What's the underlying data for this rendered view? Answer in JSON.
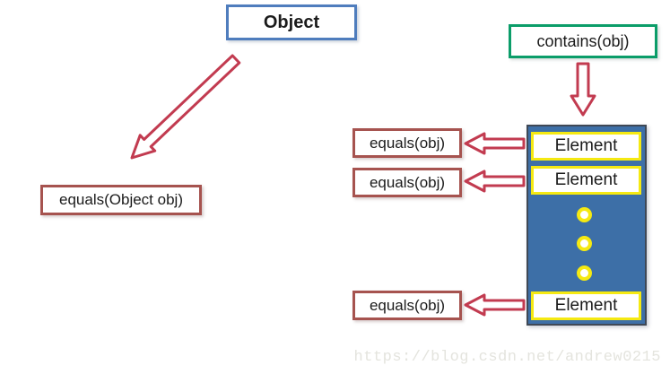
{
  "diagram": {
    "object_label": "Object",
    "contains_label": "contains(obj)",
    "equals_object_label": "equals(Object obj)",
    "equals_labels": [
      "equals(obj)",
      "equals(obj)",
      "equals(obj)"
    ],
    "element_labels": [
      "Element",
      "Element",
      "Element"
    ],
    "ellipsis_dots_count": 3
  },
  "watermark": "https://blog.csdn.net/andrew0215",
  "colors": {
    "page-bg": "#ffffff",
    "object-border": "#4f7dbd",
    "contains-border": "#0b9d69",
    "equals-border": "#a6534f",
    "arrow-red": "#c23b50",
    "panel-blue": "#3d6fa7",
    "panel-border": "#3f4855",
    "element-yellow": "#f5e912",
    "text-dark": "#1b1b1b",
    "watermark-gray": "#e4e4de"
  }
}
